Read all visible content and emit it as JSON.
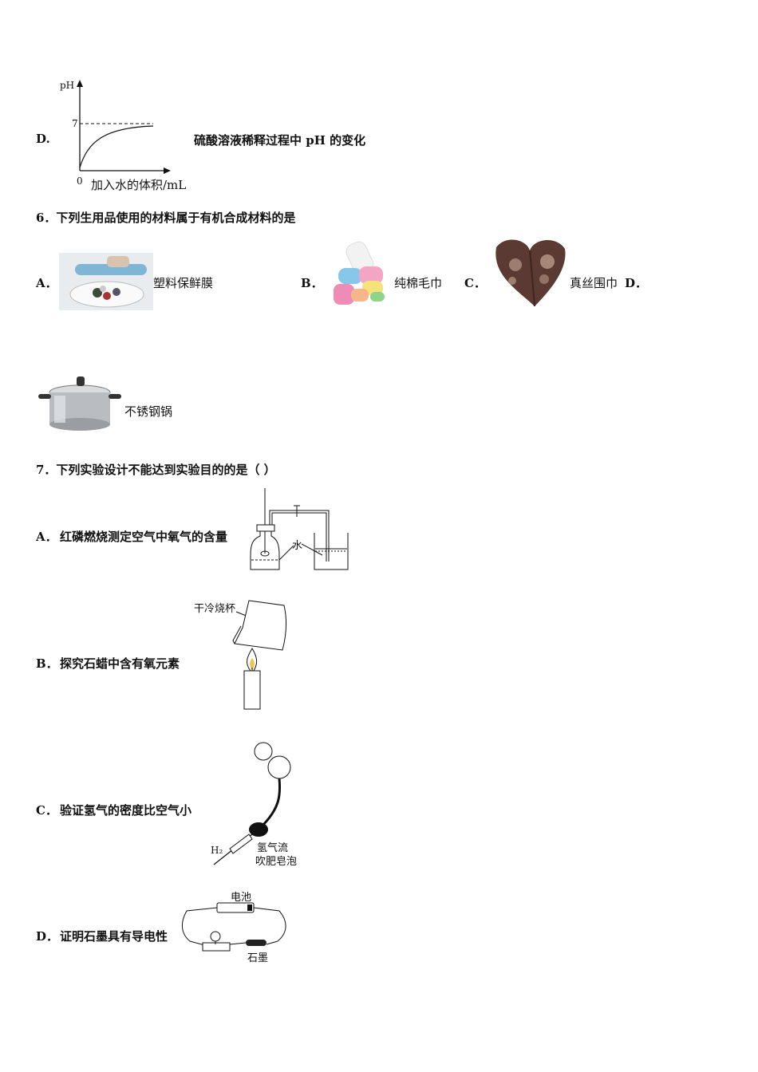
{
  "q5_option_d": {
    "letter": "D.",
    "desc": "硫酸溶液稀释过程中 pH 的变化",
    "graph": {
      "y_label": "pH",
      "tick_7": "7",
      "origin": "0",
      "x_label": "加入水的体积/mL"
    }
  },
  "q6": {
    "stem": "6．下列生用品使用的材料属于有机合成材料的是",
    "options": [
      {
        "letter": "A．",
        "text": "塑料保鲜膜"
      },
      {
        "letter": "B．",
        "text": "纯棉毛巾"
      },
      {
        "letter": "C．",
        "text": "真丝围巾"
      },
      {
        "letter": "D．",
        "text": "不锈钢锅"
      }
    ]
  },
  "q7": {
    "stem": "7．下列实验设计不能达到实验目的的是（    ）",
    "options": [
      {
        "letter": "A．",
        "text": "红磷燃烧测定空气中氧气的含量",
        "fig_label": "水"
      },
      {
        "letter": "B．",
        "text": "探究石蜡中含有氧元素",
        "fig_label": "干冷烧杯"
      },
      {
        "letter": "C．",
        "text": "验证氢气的密度比空气小",
        "fig_h2": "H₂",
        "fig_label_1": "氢气流",
        "fig_label_2": "吹肥皂泡"
      },
      {
        "letter": "D．",
        "text": "证明石墨具有导电性",
        "fig_label_1": "电池",
        "fig_label_2": "石墨"
      }
    ]
  },
  "colors": {
    "ink": "#111111",
    "film_blue": "#7fb6d6",
    "scarf_brown": "#5a3a32",
    "steel": "#b9bcc0"
  }
}
